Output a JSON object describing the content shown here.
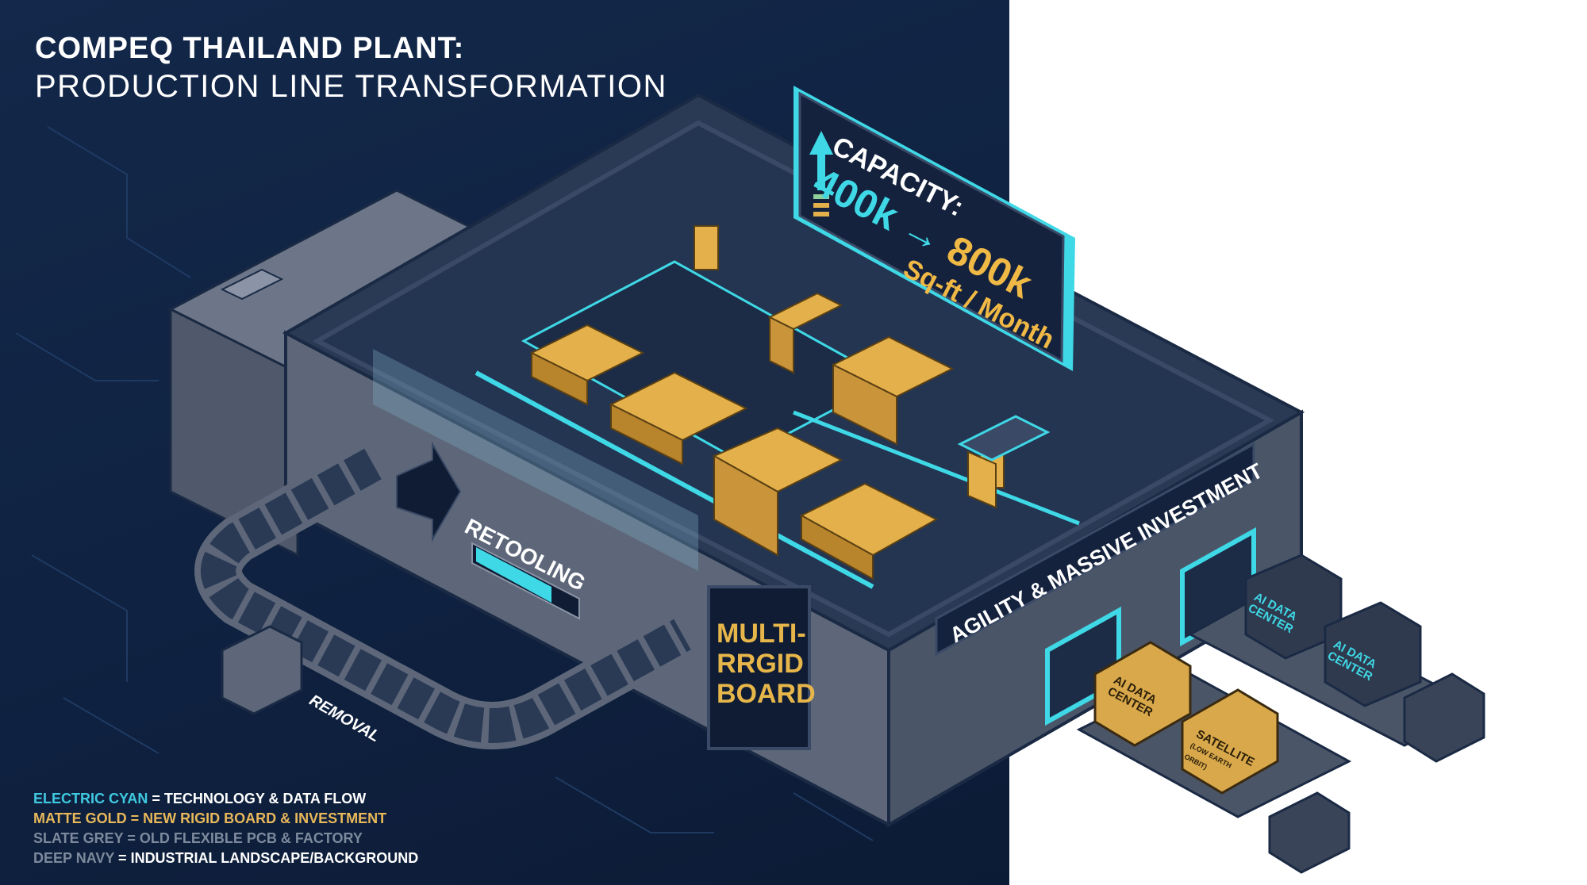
{
  "title": {
    "line1": "COMPEQ THAILAND PLANT:",
    "line2": "PRODUCTION LINE TRANSFORMATION"
  },
  "capacity_sign": {
    "label": "CAPACITY:",
    "from": "400k",
    "arrow": "→",
    "to": "800k",
    "unit": "Sq-ft / Month"
  },
  "banner": {
    "text": "AGILITY & MASSIVE INVESTMENT"
  },
  "retooling": {
    "label": "RETOOLING",
    "progress_fraction": 0.7
  },
  "removal": {
    "label": "REMOVAL"
  },
  "product_sign": {
    "line1": "MULTI-",
    "line2": "RRGID",
    "line3": "BOARD"
  },
  "shipments": [
    {
      "label": "AI DATA CENTER"
    },
    {
      "label": "AI DATA CENTER"
    },
    {
      "label": "AI DATA CENTER"
    },
    {
      "label": "SATELLITE",
      "sublabel": "(LOW EARTH ORBIT)"
    }
  ],
  "legend": [
    {
      "key": "ELECTRIC CYAN",
      "sep": " = ",
      "desc": "TECHNOLOGY & DATA FLOW",
      "key_color": "#3fc9e0",
      "desc_color": "#ffffff"
    },
    {
      "key": "MATTE GOLD",
      "sep": " = ",
      "desc": "NEW RIGID BOARD & INVESTMENT",
      "key_color": "#e8b85a",
      "desc_color": "#e8b85a"
    },
    {
      "key": "SLATE GREY",
      "sep": " = ",
      "desc": "OLD FLEXIBLE PCB & FACTORY",
      "key_color": "#7d8a9c",
      "desc_color": "#7d8a9c"
    },
    {
      "key": "DEEP NAVY",
      "sep": " = ",
      "desc": "INDUSTRIAL LANDSCAPE/BACKGROUND",
      "key_color": "#7d8a9c",
      "desc_color": "#ffffff"
    }
  ],
  "colors": {
    "cyan": "#3fd8e6",
    "gold": "#e3b04b",
    "slate": "#5c6678",
    "navy": "#13284a"
  }
}
